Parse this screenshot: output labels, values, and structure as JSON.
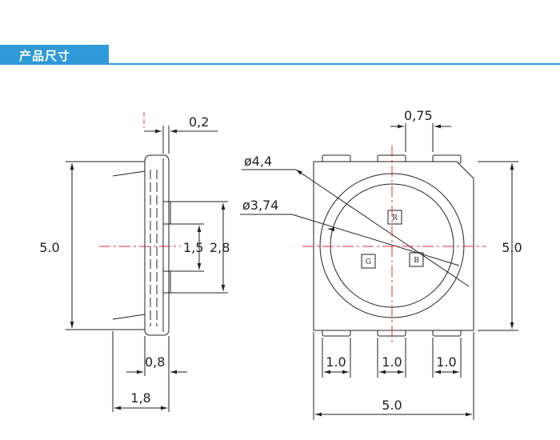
{
  "header": {
    "title": "产品尺寸"
  },
  "colors": {
    "accent": "#2f9ad8",
    "center_line": "#e03030",
    "outline": "#222222"
  },
  "side_view": {
    "dims": {
      "lead_thickness": "0,2",
      "height": "5.0",
      "window": "1,5",
      "inner_height": "2,8",
      "lead_width": "0,8",
      "depth": "1,8"
    }
  },
  "top_view": {
    "dims": {
      "outer_diameter": "ø4,4",
      "inner_diameter": "ø3,74",
      "pad_pitch": "0,75",
      "height": "5.0",
      "width": "5.0",
      "pad_left": "1.0",
      "pad_mid": "1.0",
      "pad_right": "1.0"
    },
    "chips": {
      "red": "R",
      "green": "G",
      "blue": "B"
    }
  }
}
